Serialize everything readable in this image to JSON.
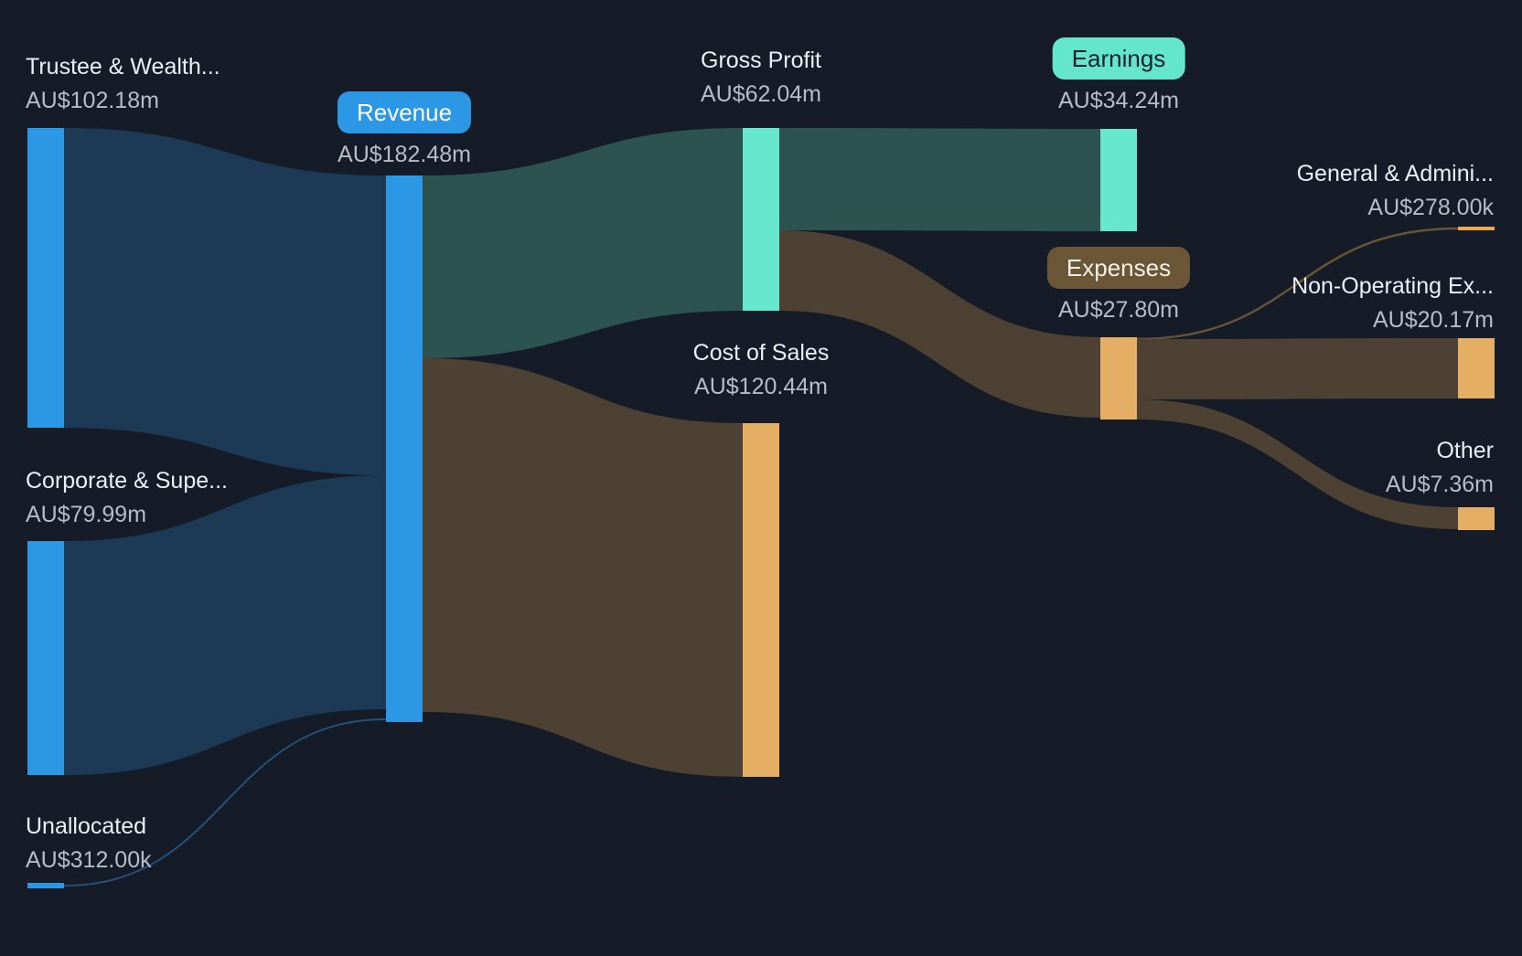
{
  "chart_data": {
    "type": "sankey",
    "title": "Revenue and expenses breakdown (Sankey)",
    "currency_prefix": "AU$",
    "legend": "none",
    "grid": false,
    "nodes": [
      {
        "id": "trustee",
        "label": "Trustee & Wealth...",
        "value_label": "AU$102.18m",
        "value_millions": 102.18,
        "color": "#2B97E5",
        "badge": false
      },
      {
        "id": "corporate",
        "label": "Corporate & Supe...",
        "value_label": "AU$79.99m",
        "value_millions": 79.99,
        "color": "#2B97E5",
        "badge": false
      },
      {
        "id": "unallocated",
        "label": "Unallocated",
        "value_label": "AU$312.00k",
        "value_millions": 0.312,
        "color": "#2B97E5",
        "badge": false
      },
      {
        "id": "revenue",
        "label": "Revenue",
        "value_label": "AU$182.48m",
        "value_millions": 182.48,
        "color": "#2B97E5",
        "badge": true
      },
      {
        "id": "gross_profit",
        "label": "Gross Profit",
        "value_label": "AU$62.04m",
        "value_millions": 62.04,
        "color": "#66E7CE",
        "badge": false
      },
      {
        "id": "cost_of_sales",
        "label": "Cost of Sales",
        "value_label": "AU$120.44m",
        "value_millions": 120.44,
        "color": "#E4AF64",
        "badge": false
      },
      {
        "id": "earnings",
        "label": "Earnings",
        "value_label": "AU$34.24m",
        "value_millions": 34.24,
        "color": "#63E6CB",
        "badge": true
      },
      {
        "id": "expenses",
        "label": "Expenses",
        "value_label": "AU$27.80m",
        "value_millions": 27.8,
        "color": "#E4AF64",
        "badge": true
      },
      {
        "id": "general_admin",
        "label": "General & Admini...",
        "value_label": "AU$278.00k",
        "value_millions": 0.278,
        "color": "#EDA851",
        "badge": false
      },
      {
        "id": "non_operating",
        "label": "Non-Operating Ex...",
        "value_label": "AU$20.17m",
        "value_millions": 20.17,
        "color": "#E4AF64",
        "badge": false
      },
      {
        "id": "other",
        "label": "Other",
        "value_label": "AU$7.36m",
        "value_millions": 7.36,
        "color": "#E4AF64",
        "badge": false
      }
    ],
    "links": [
      {
        "source": "trustee",
        "target": "revenue",
        "value_millions": 102.18
      },
      {
        "source": "corporate",
        "target": "revenue",
        "value_millions": 79.99
      },
      {
        "source": "unallocated",
        "target": "revenue",
        "value_millions": 0.312
      },
      {
        "source": "revenue",
        "target": "gross_profit",
        "value_millions": 62.04
      },
      {
        "source": "revenue",
        "target": "cost_of_sales",
        "value_millions": 120.44
      },
      {
        "source": "gross_profit",
        "target": "earnings",
        "value_millions": 34.24
      },
      {
        "source": "gross_profit",
        "target": "expenses",
        "value_millions": 27.8
      },
      {
        "source": "expenses",
        "target": "general_admin",
        "value_millions": 0.278
      },
      {
        "source": "expenses",
        "target": "non_operating",
        "value_millions": 20.17
      },
      {
        "source": "expenses",
        "target": "other",
        "value_millions": 7.36
      }
    ],
    "colors": {
      "background": "#151B27",
      "node_blue": "#2B97E5",
      "node_teal": "#66E7CE",
      "node_orange": "#E4AF64",
      "flow_navy": "#1C3A55",
      "flow_teal": "#2D5350",
      "flow_brown": "#4C4132",
      "thin_link_blue": "#2E6DA6",
      "thin_link_tan": "#6B5738",
      "badge_revenue_bg": "#2B97E5",
      "badge_earnings_bg": "#63E6CB",
      "badge_expenses_bg": "#6B5637",
      "label_text": "#ECF0F4",
      "value_text": "#B6BDC8"
    }
  }
}
